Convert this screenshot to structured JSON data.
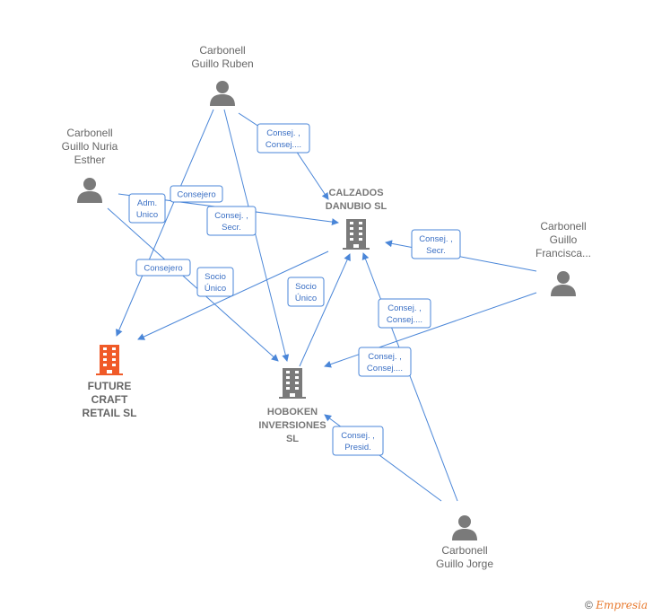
{
  "colors": {
    "edge": "#4a86d8",
    "person": "#7a7a7a",
    "company": "#7a7a7a",
    "main_company": "#f05a28"
  },
  "persons": [
    {
      "id": "ruben",
      "lines": [
        "Carbonell",
        "Guillo Ruben"
      ],
      "icon": "person-icon"
    },
    {
      "id": "nuria",
      "lines": [
        "Carbonell",
        "Guillo Nuria",
        "Esther"
      ],
      "icon": "person-icon"
    },
    {
      "id": "franc",
      "lines": [
        "Carbonell",
        "Guillo",
        "Francisca..."
      ],
      "icon": "person-icon"
    },
    {
      "id": "jorge",
      "lines": [
        "Carbonell",
        "Guillo Jorge"
      ],
      "icon": "person-icon"
    }
  ],
  "companies": [
    {
      "id": "calzados",
      "lines": [
        "CALZADOS",
        "DANUBIO SL"
      ],
      "icon": "building-icon",
      "main": false
    },
    {
      "id": "hoboken",
      "lines": [
        "HOBOKEN",
        "INVERSIONES",
        "SL"
      ],
      "icon": "building-icon",
      "main": false
    },
    {
      "id": "future",
      "lines": [
        "FUTURE",
        "CRAFT",
        "RETAIL  SL"
      ],
      "icon": "building-icon",
      "main": true
    }
  ],
  "relations": [
    {
      "id": "r1",
      "lines": [
        "Consej. ,",
        "Consej...."
      ]
    },
    {
      "id": "r2",
      "lines": [
        "Consejero"
      ]
    },
    {
      "id": "r3",
      "lines": [
        "Adm.",
        "Unico"
      ]
    },
    {
      "id": "r4",
      "lines": [
        "Consej. ,",
        "Secr."
      ]
    },
    {
      "id": "r5",
      "lines": [
        "Consej. ,",
        "Secr."
      ]
    },
    {
      "id": "r6",
      "lines": [
        "Consejero"
      ]
    },
    {
      "id": "r7",
      "lines": [
        "Socio",
        "Único"
      ]
    },
    {
      "id": "r8",
      "lines": [
        "Socio",
        "Único"
      ]
    },
    {
      "id": "r9",
      "lines": [
        "Consej. ,",
        "Consej...."
      ]
    },
    {
      "id": "r10",
      "lines": [
        "Consej. ,",
        "Consej...."
      ]
    },
    {
      "id": "r11",
      "lines": [
        "Consej. ,",
        "Presid."
      ]
    }
  ],
  "footer": {
    "copyright": "©",
    "brand": "Empresia"
  }
}
